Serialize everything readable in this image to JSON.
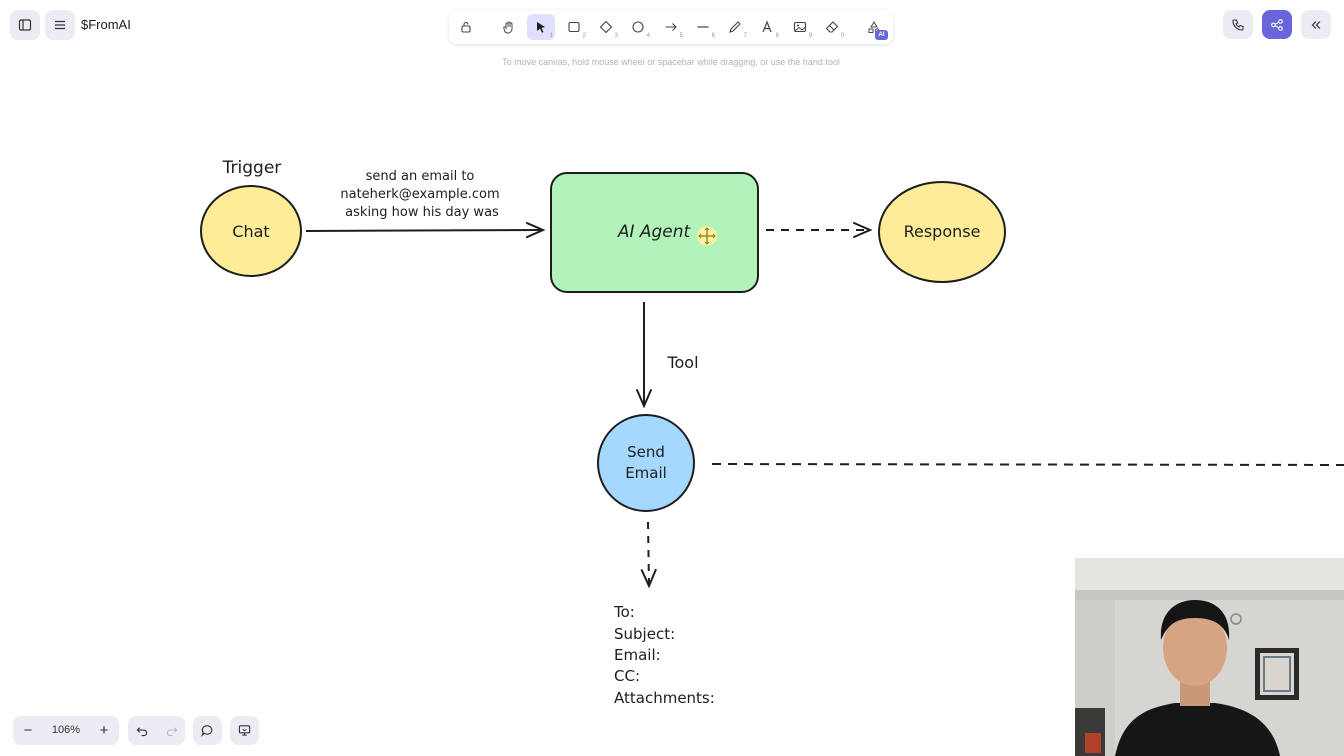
{
  "header": {
    "title": "$FromAI",
    "sidebar_toggle_icon": "sidebar-toggle-icon",
    "menu_icon": "hamburger-menu-icon"
  },
  "toolbar": {
    "tools": [
      {
        "name": "lock",
        "icon": "lock-icon",
        "shortcut": ""
      },
      {
        "name": "hand",
        "icon": "hand-icon",
        "shortcut": ""
      },
      {
        "name": "selection",
        "icon": "pointer-icon",
        "shortcut": "1",
        "active": true
      },
      {
        "name": "rectangle",
        "icon": "rectangle-icon",
        "shortcut": "2"
      },
      {
        "name": "diamond",
        "icon": "diamond-icon",
        "shortcut": "3"
      },
      {
        "name": "ellipse",
        "icon": "ellipse-icon",
        "shortcut": "4"
      },
      {
        "name": "arrow",
        "icon": "arrow-icon",
        "shortcut": "5"
      },
      {
        "name": "line",
        "icon": "line-icon",
        "shortcut": "6"
      },
      {
        "name": "draw",
        "icon": "pencil-icon",
        "shortcut": "7"
      },
      {
        "name": "text",
        "icon": "text-icon",
        "shortcut": "8"
      },
      {
        "name": "image",
        "icon": "image-icon",
        "shortcut": "9"
      },
      {
        "name": "eraser",
        "icon": "eraser-icon",
        "shortcut": "0"
      },
      {
        "name": "more-tools",
        "icon": "shapes-icon",
        "shortcut": ""
      }
    ],
    "ai_badge": "AI",
    "hint": "To move canvas, hold mouse wheel or spacebar while dragging, or use the hand tool"
  },
  "top_right": {
    "call_icon": "phone-icon",
    "share_icon": "share-icon",
    "collapse_icon": "double-chevron-left-icon",
    "accent": "#6965db"
  },
  "diagram": {
    "trigger_label": "Trigger",
    "chat_label": "Chat",
    "arrow_label_lines": [
      "send an email to",
      "nateherk@example.com",
      "asking how his day was"
    ],
    "agent_label": "AI Agent",
    "response_label": "Response",
    "tool_label": "Tool",
    "send_email_lines": [
      "Send",
      "Email"
    ],
    "fields": [
      "To:",
      "Subject:",
      "Email:",
      "CC:",
      "Attachments:"
    ],
    "colors": {
      "yellow": "#ffec99",
      "green": "#b2f2bb",
      "blue": "#a5d8ff",
      "stroke": "#1e1e1e"
    }
  },
  "bottom": {
    "zoom": "106%",
    "zoom_out": "−",
    "zoom_in": "+",
    "undo_icon": "undo-icon",
    "redo_icon": "redo-icon",
    "comment_icon": "comment-icon",
    "present_icon": "presentation-icon"
  }
}
